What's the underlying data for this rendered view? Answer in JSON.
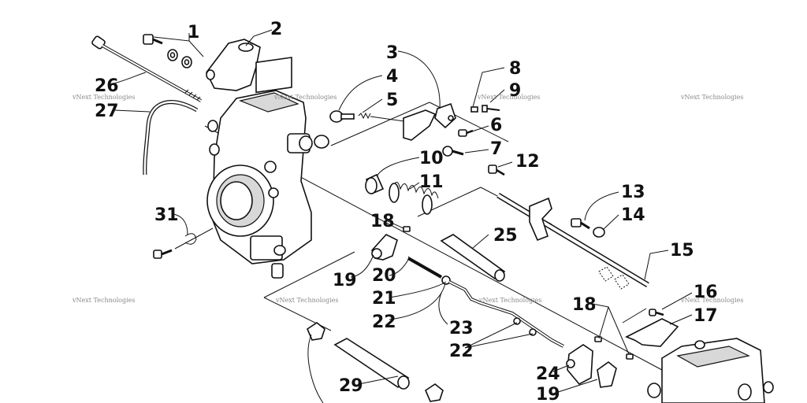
{
  "diagram": {
    "watermark": "vNext Technologies",
    "callouts": [
      "1",
      "2",
      "3",
      "4",
      "5",
      "6",
      "7",
      "8",
      "9",
      "10",
      "11",
      "12",
      "13",
      "14",
      "15",
      "16",
      "17",
      "18",
      "19",
      "20",
      "21",
      "22",
      "23",
      "24",
      "25",
      "26",
      "27",
      "29",
      "31"
    ]
  }
}
